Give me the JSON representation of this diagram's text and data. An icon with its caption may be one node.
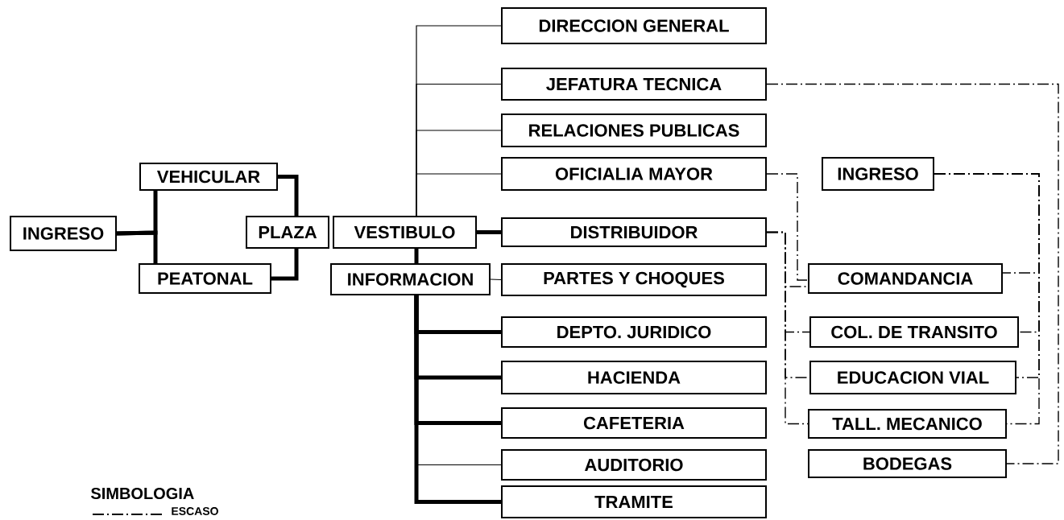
{
  "diagram": {
    "nodes": [
      {
        "text": [
          "INGRESO"
        ]
      },
      {
        "text": [
          "VEHICULAR"
        ]
      },
      {
        "text": [
          "PEATONAL"
        ]
      },
      {
        "text": [
          "PLAZA"
        ]
      },
      {
        "text": [
          "VESTIBULO"
        ]
      },
      {
        "text": [
          "INFORMACION"
        ]
      },
      {
        "text": [
          "DIRECCION GENERAL"
        ]
      },
      {
        "text": [
          "JEFATURA TECNICA"
        ]
      },
      {
        "text": [
          "RELACIONES PUBLICAS"
        ]
      },
      {
        "text": [
          "OFICIALIA MAYOR"
        ]
      },
      {
        "text": [
          "DISTRIBUIDOR"
        ]
      },
      {
        "text": [
          "PARTES Y CHOQUES"
        ]
      },
      {
        "text": [
          "DEPTO. JURIDICO"
        ]
      },
      {
        "text": [
          "HACIENDA"
        ]
      },
      {
        "text": [
          "CAFETERIA"
        ]
      },
      {
        "text": [
          "AUDITORIO"
        ]
      },
      {
        "text": [
          "TRAMITE"
        ]
      },
      {
        "text": [
          "INGRESO"
        ]
      },
      {
        "text": [
          "COMANDANCIA"
        ]
      },
      {
        "text": [
          "COL. DE TRANSITO"
        ]
      },
      {
        "text": [
          "EDUCACION VIAL"
        ]
      },
      {
        "text": [
          "TALL. MECANICO"
        ]
      },
      {
        "text": [
          "BODEGAS"
        ]
      }
    ],
    "edges": [
      {
        "from": 0,
        "to": 1,
        "arrow": "none",
        "style": "thick"
      },
      {
        "from": 0,
        "to": 2,
        "arrow": "none",
        "style": "thick"
      },
      {
        "from": 1,
        "to": 3,
        "arrow": "none",
        "style": "thick"
      },
      {
        "from": 2,
        "to": 3,
        "arrow": "none",
        "style": "thick"
      },
      {
        "from": 4,
        "to": 6,
        "arrow": "none"
      },
      {
        "from": 4,
        "to": 7,
        "arrow": "none"
      },
      {
        "from": 4,
        "to": 8,
        "arrow": "none"
      },
      {
        "from": 4,
        "to": 9,
        "arrow": "none"
      },
      {
        "from": 4,
        "to": 10,
        "arrow": "none",
        "style": "thick"
      },
      {
        "from": 4,
        "to": 5,
        "arrow": "none",
        "style": "thick"
      },
      {
        "from": 5,
        "to": 11,
        "arrow": "none"
      },
      {
        "from": 5,
        "to": 12,
        "arrow": "none",
        "style": "thick"
      },
      {
        "from": 5,
        "to": 13,
        "arrow": "none",
        "style": "thick"
      },
      {
        "from": 5,
        "to": 14,
        "arrow": "none",
        "style": "thick"
      },
      {
        "from": 5,
        "to": 15,
        "arrow": "none"
      },
      {
        "from": 5,
        "to": 16,
        "arrow": "none",
        "style": "thick"
      },
      {
        "from": 7,
        "to": 22,
        "arrow": "none",
        "style": "dashed"
      },
      {
        "from": 9,
        "to": 18,
        "arrow": "none",
        "style": "dashed"
      },
      {
        "from": 10,
        "to": 18,
        "arrow": "none",
        "style": "dashed"
      },
      {
        "from": 10,
        "to": 19,
        "arrow": "none",
        "style": "dashed"
      },
      {
        "from": 10,
        "to": 20,
        "arrow": "none",
        "style": "dashed"
      },
      {
        "from": 10,
        "to": 21,
        "arrow": "none",
        "style": "dashed"
      },
      {
        "from": 17,
        "to": 18,
        "arrow": "none",
        "style": "dashed"
      },
      {
        "from": 17,
        "to": 19,
        "arrow": "none",
        "style": "dashed"
      },
      {
        "from": 17,
        "to": 20,
        "arrow": "none",
        "style": "dashed"
      },
      {
        "from": 17,
        "to": 21,
        "arrow": "none",
        "style": "dashed"
      }
    ],
    "labels": [
      "SIMBOLOGIA"
    ],
    "legend": [
      {
        "text": "ESCASO"
      }
    ]
  }
}
